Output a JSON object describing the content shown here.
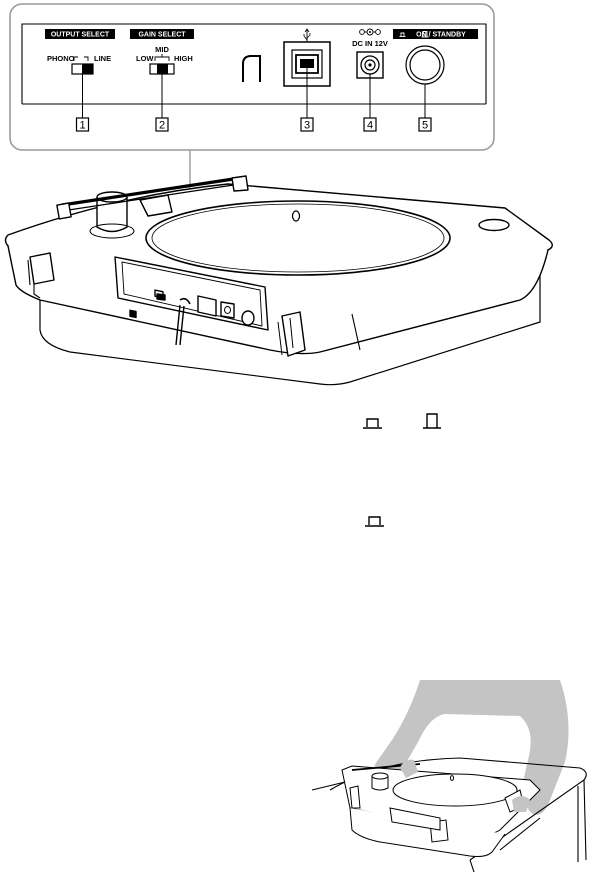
{
  "panel": {
    "output_select": {
      "header": "OUTPUT SELECT",
      "left_label": "PHONO",
      "right_label": "LINE",
      "callout": "1",
      "selected": "LINE"
    },
    "gain_select": {
      "header": "GAIN SELECT",
      "low_label": "LOW",
      "mid_label": "MID",
      "high_label": "HIGH",
      "callout": "2",
      "selected": "MID"
    },
    "usb_port": {
      "icon": "usb-icon",
      "callout": "3"
    },
    "dc_in": {
      "label": "DC IN 12V",
      "icon": "dc-polarity-icon",
      "callout": "4"
    },
    "power_button": {
      "header": "ON / STANDBY",
      "header_icons": [
        "button-in-icon",
        "button-out-icon"
      ],
      "callout": "5"
    }
  },
  "text_glyphs": {
    "line1": [
      "button-in-icon",
      "button-out-icon"
    ],
    "line2": [
      "button-in-icon"
    ]
  },
  "colors": {
    "ink": "#000000",
    "panel_border": "#9a9a9a",
    "arm_gray": "#c4c4c4",
    "white": "#ffffff"
  }
}
